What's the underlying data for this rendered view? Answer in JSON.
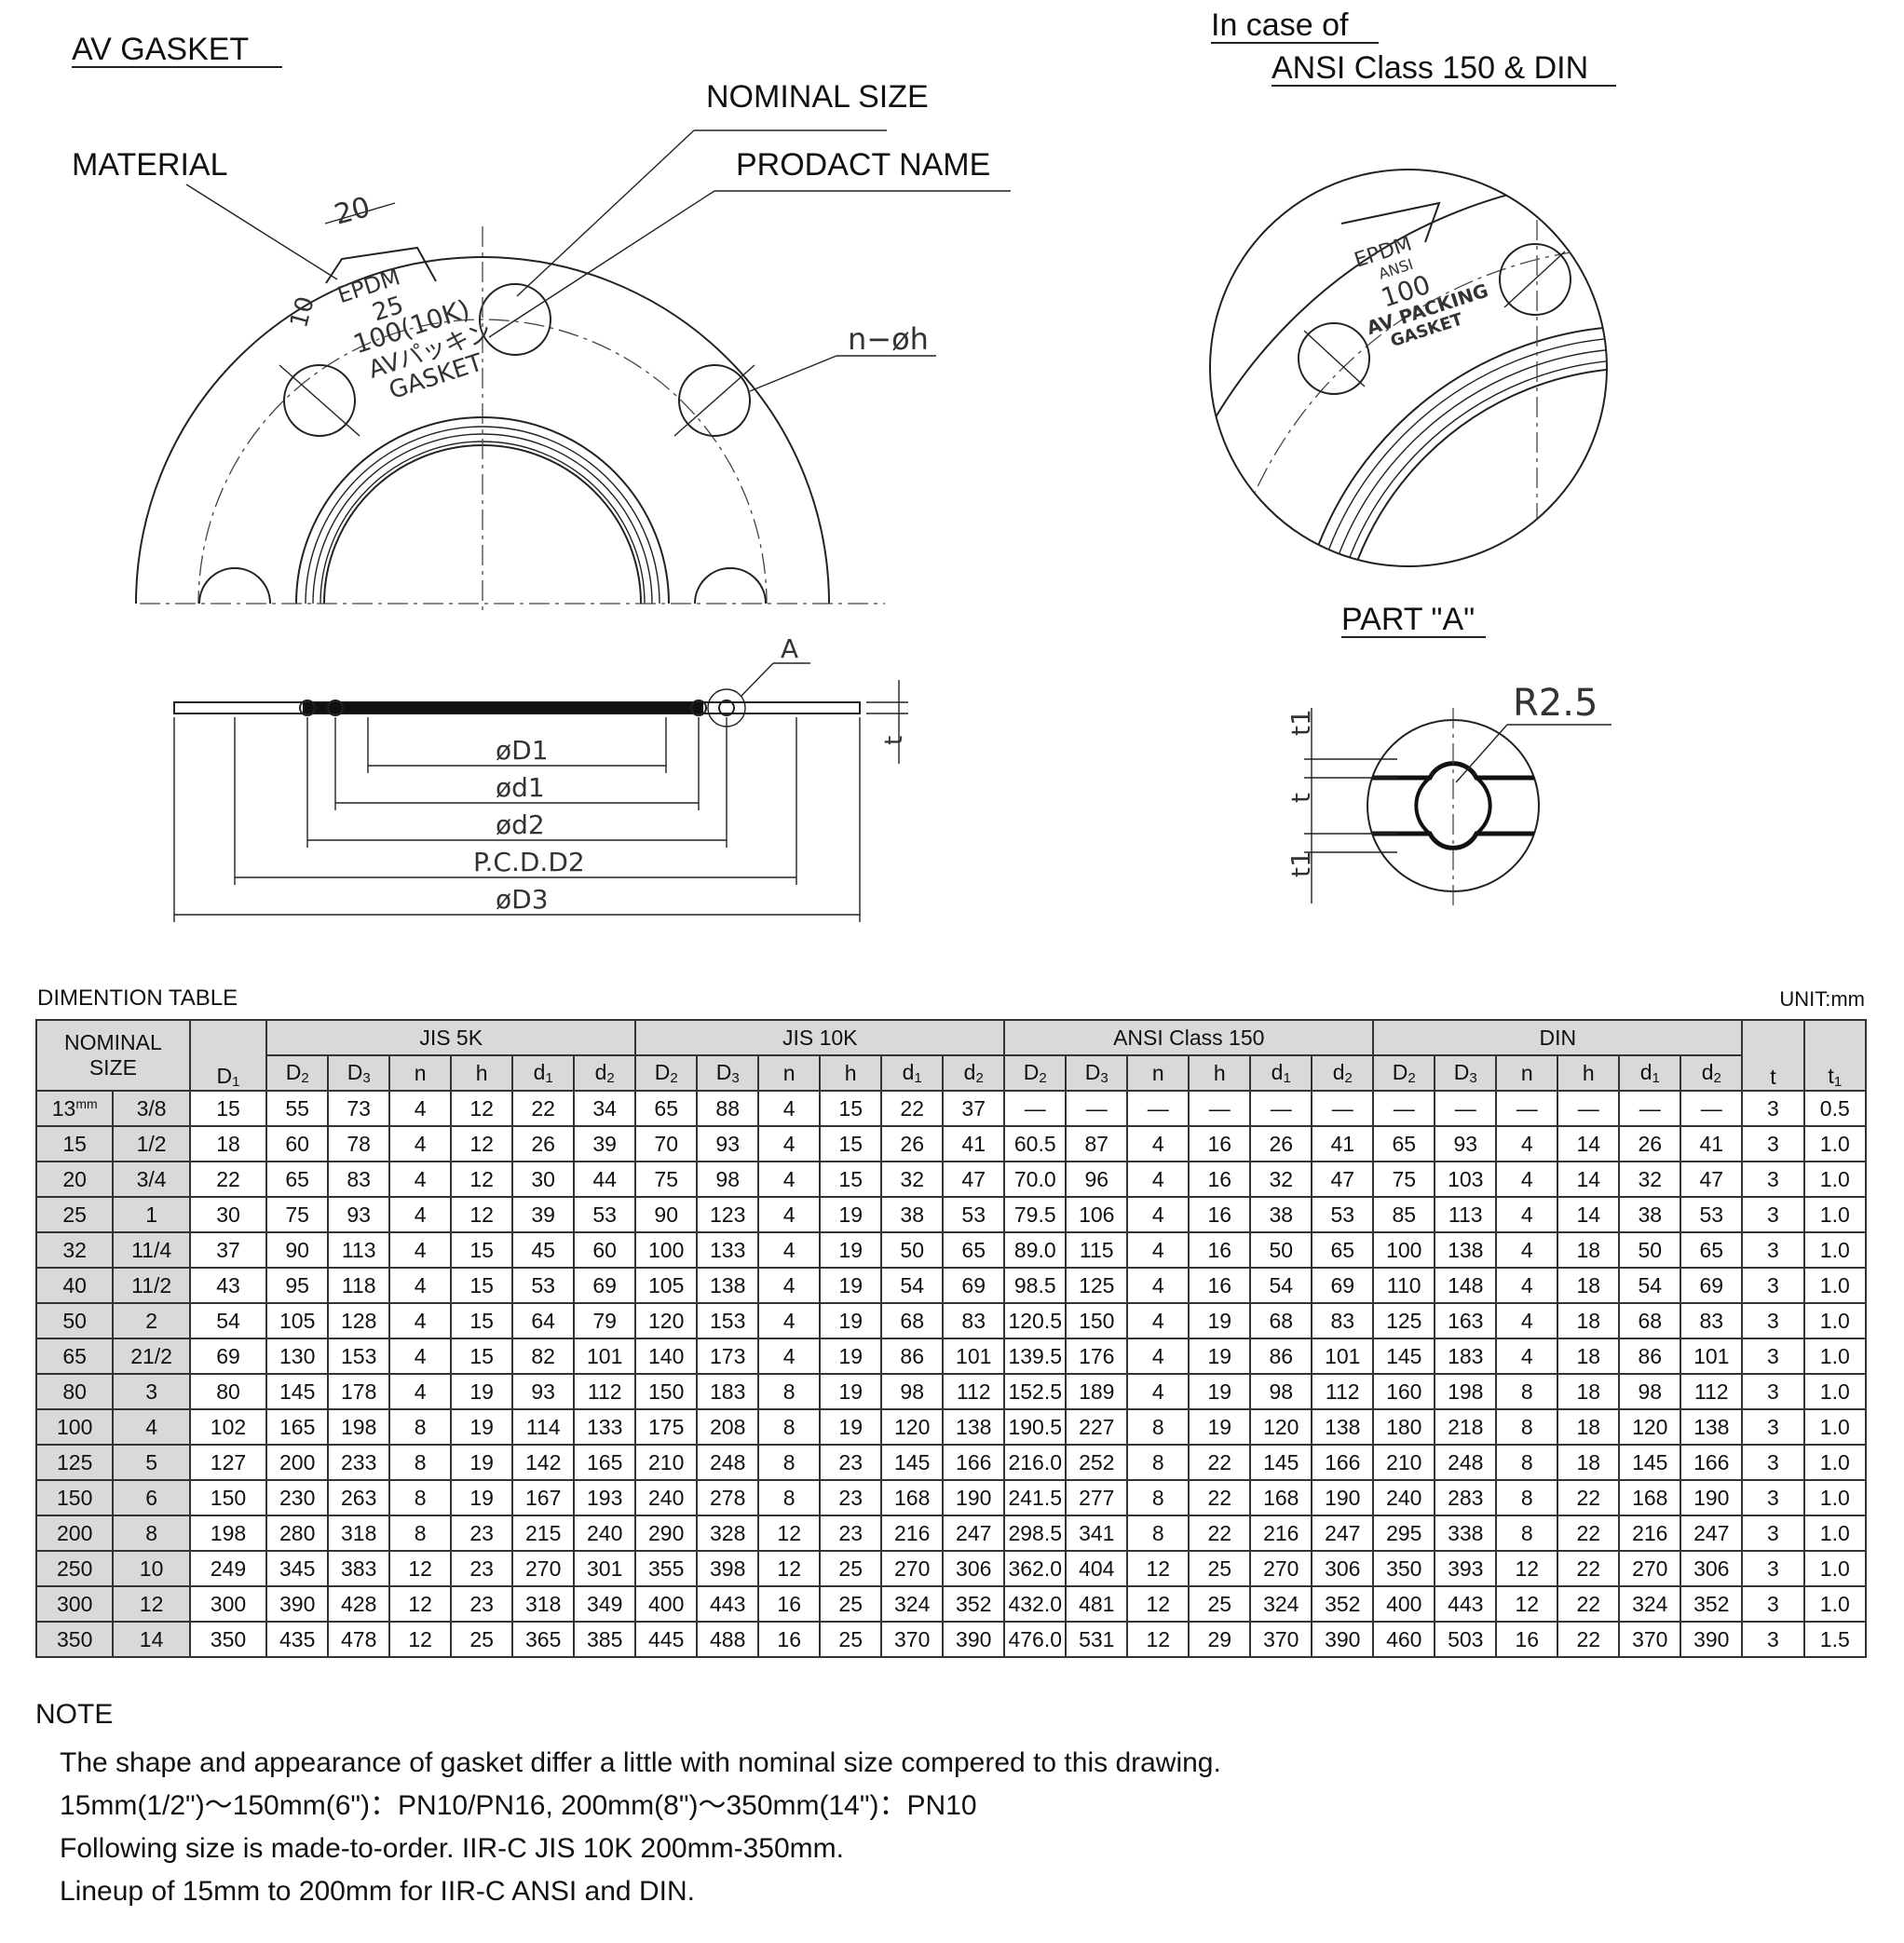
{
  "drawing": {
    "title": "AV GASKET",
    "in_case_of": "In case of",
    "ansi_din": "ANSI Class 150 & DIN",
    "part_a": "PART \"A\"",
    "nominal_size": "NOMINAL SIZE",
    "material": "MATERIAL",
    "product_name": "PRODACT NAME",
    "nh": "n−øh",
    "dim20": "20",
    "dim10": "10",
    "stamp_epdm": "EPDM",
    "stamp_25": "25",
    "stamp_size": "100(10K)",
    "stamp_jp": "AVパッキン",
    "stamp_gasket": "GASKET",
    "detail_epdm": "EPDM",
    "detail_ansi": "ANSI",
    "detail_100": "100",
    "detail_av": "AV PACKING",
    "detail_gasket": "GASKET",
    "label_a": "A",
    "t": "t",
    "t1": "t1",
    "r25": "R2.5",
    "D1": "øD1",
    "d1": "ød1",
    "d2": "ød2",
    "pcd": "P.C.D.D2",
    "D3": "øD3"
  },
  "table": {
    "title": "DIMENTION TABLE",
    "unit": "UNIT:mm",
    "nominal_line1": "NOMINAL",
    "nominal_line2": "SIZE",
    "groups": [
      "JIS 5K",
      "JIS 10K",
      "ANSI Class 150",
      "DIN"
    ],
    "d1_head": "D",
    "t_head": "t",
    "t1_head": "t",
    "group_cols": [
      {
        "b": "D",
        "s": "2"
      },
      {
        "b": "D",
        "s": "3"
      },
      {
        "b": "n",
        "s": ""
      },
      {
        "b": "h",
        "s": ""
      },
      {
        "b": "d",
        "s": "1"
      },
      {
        "b": "d",
        "s": "2"
      }
    ],
    "rows": [
      [
        "13",
        "3/8",
        "15",
        "55",
        "73",
        "4",
        "12",
        "22",
        "34",
        "65",
        "88",
        "4",
        "15",
        "22",
        "37",
        "—",
        "—",
        "—",
        "—",
        "—",
        "—",
        "—",
        "—",
        "—",
        "—",
        "—",
        "—",
        "3",
        "0.5"
      ],
      [
        "15",
        "1/2",
        "18",
        "60",
        "78",
        "4",
        "12",
        "26",
        "39",
        "70",
        "93",
        "4",
        "15",
        "26",
        "41",
        "60.5",
        "87",
        "4",
        "16",
        "26",
        "41",
        "65",
        "93",
        "4",
        "14",
        "26",
        "41",
        "3",
        "1.0"
      ],
      [
        "20",
        "3/4",
        "22",
        "65",
        "83",
        "4",
        "12",
        "30",
        "44",
        "75",
        "98",
        "4",
        "15",
        "32",
        "47",
        "70.0",
        "96",
        "4",
        "16",
        "32",
        "47",
        "75",
        "103",
        "4",
        "14",
        "32",
        "47",
        "3",
        "1.0"
      ],
      [
        "25",
        "1",
        "30",
        "75",
        "93",
        "4",
        "12",
        "39",
        "53",
        "90",
        "123",
        "4",
        "19",
        "38",
        "53",
        "79.5",
        "106",
        "4",
        "16",
        "38",
        "53",
        "85",
        "113",
        "4",
        "14",
        "38",
        "53",
        "3",
        "1.0"
      ],
      [
        "32",
        "11/4",
        "37",
        "90",
        "113",
        "4",
        "15",
        "45",
        "60",
        "100",
        "133",
        "4",
        "19",
        "50",
        "65",
        "89.0",
        "115",
        "4",
        "16",
        "50",
        "65",
        "100",
        "138",
        "4",
        "18",
        "50",
        "65",
        "3",
        "1.0"
      ],
      [
        "40",
        "11/2",
        "43",
        "95",
        "118",
        "4",
        "15",
        "53",
        "69",
        "105",
        "138",
        "4",
        "19",
        "54",
        "69",
        "98.5",
        "125",
        "4",
        "16",
        "54",
        "69",
        "110",
        "148",
        "4",
        "18",
        "54",
        "69",
        "3",
        "1.0"
      ],
      [
        "50",
        "2",
        "54",
        "105",
        "128",
        "4",
        "15",
        "64",
        "79",
        "120",
        "153",
        "4",
        "19",
        "68",
        "83",
        "120.5",
        "150",
        "4",
        "19",
        "68",
        "83",
        "125",
        "163",
        "4",
        "18",
        "68",
        "83",
        "3",
        "1.0"
      ],
      [
        "65",
        "21/2",
        "69",
        "130",
        "153",
        "4",
        "15",
        "82",
        "101",
        "140",
        "173",
        "4",
        "19",
        "86",
        "101",
        "139.5",
        "176",
        "4",
        "19",
        "86",
        "101",
        "145",
        "183",
        "4",
        "18",
        "86",
        "101",
        "3",
        "1.0"
      ],
      [
        "80",
        "3",
        "80",
        "145",
        "178",
        "4",
        "19",
        "93",
        "112",
        "150",
        "183",
        "8",
        "19",
        "98",
        "112",
        "152.5",
        "189",
        "4",
        "19",
        "98",
        "112",
        "160",
        "198",
        "8",
        "18",
        "98",
        "112",
        "3",
        "1.0"
      ],
      [
        "100",
        "4",
        "102",
        "165",
        "198",
        "8",
        "19",
        "114",
        "133",
        "175",
        "208",
        "8",
        "19",
        "120",
        "138",
        "190.5",
        "227",
        "8",
        "19",
        "120",
        "138",
        "180",
        "218",
        "8",
        "18",
        "120",
        "138",
        "3",
        "1.0"
      ],
      [
        "125",
        "5",
        "127",
        "200",
        "233",
        "8",
        "19",
        "142",
        "165",
        "210",
        "248",
        "8",
        "23",
        "145",
        "166",
        "216.0",
        "252",
        "8",
        "22",
        "145",
        "166",
        "210",
        "248",
        "8",
        "18",
        "145",
        "166",
        "3",
        "1.0"
      ],
      [
        "150",
        "6",
        "150",
        "230",
        "263",
        "8",
        "19",
        "167",
        "193",
        "240",
        "278",
        "8",
        "23",
        "168",
        "190",
        "241.5",
        "277",
        "8",
        "22",
        "168",
        "190",
        "240",
        "283",
        "8",
        "22",
        "168",
        "190",
        "3",
        "1.0"
      ],
      [
        "200",
        "8",
        "198",
        "280",
        "318",
        "8",
        "23",
        "215",
        "240",
        "290",
        "328",
        "12",
        "23",
        "216",
        "247",
        "298.5",
        "341",
        "8",
        "22",
        "216",
        "247",
        "295",
        "338",
        "8",
        "22",
        "216",
        "247",
        "3",
        "1.0"
      ],
      [
        "250",
        "10",
        "249",
        "345",
        "383",
        "12",
        "23",
        "270",
        "301",
        "355",
        "398",
        "12",
        "25",
        "270",
        "306",
        "362.0",
        "404",
        "12",
        "25",
        "270",
        "306",
        "350",
        "393",
        "12",
        "22",
        "270",
        "306",
        "3",
        "1.0"
      ],
      [
        "300",
        "12",
        "300",
        "390",
        "428",
        "12",
        "23",
        "318",
        "349",
        "400",
        "443",
        "16",
        "25",
        "324",
        "352",
        "432.0",
        "481",
        "12",
        "25",
        "324",
        "352",
        "400",
        "443",
        "12",
        "22",
        "324",
        "352",
        "3",
        "1.0"
      ],
      [
        "350",
        "14",
        "350",
        "435",
        "478",
        "12",
        "25",
        "365",
        "385",
        "445",
        "488",
        "16",
        "25",
        "370",
        "390",
        "476.0",
        "531",
        "12",
        "29",
        "370",
        "390",
        "460",
        "503",
        "16",
        "22",
        "370",
        "390",
        "3",
        "1.5"
      ]
    ],
    "mm_mark": "mm"
  },
  "note": {
    "heading": "NOTE",
    "lines": [
      "The shape and appearance of gasket differ a little with nominal size compered to this drawing.",
      "15mm(1/2\")～150mm(6\")：PN10/PN16, 200mm(8\")～350mm(14\")：PN10",
      "Following size is made-to-order. IIR-C JIS 10K 200mm-350mm.",
      "Lineup of 15mm to 200mm for IIR-C ANSI and DIN."
    ]
  }
}
